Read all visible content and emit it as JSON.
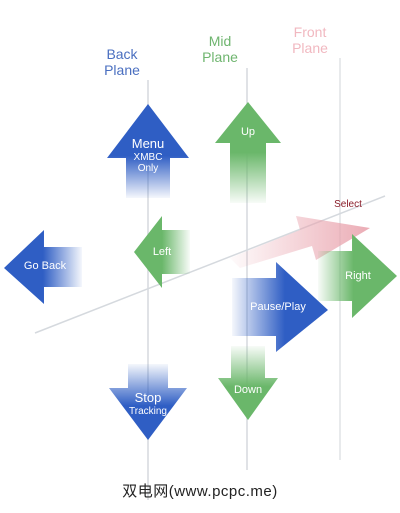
{
  "planes": {
    "back": [
      "Back",
      "Plane"
    ],
    "mid": [
      "Mid",
      "Plane"
    ],
    "front": [
      "Front",
      "Plane"
    ]
  },
  "arrows": {
    "menu": [
      "Menu",
      "XMBC",
      "Only"
    ],
    "up": "Up",
    "select": "Select",
    "go_back": "Go Back",
    "left": "Left",
    "right": "Right",
    "pause_play": "Pause/Play",
    "stop": [
      "Stop",
      "Tracking"
    ],
    "down": "Down"
  },
  "watermark": "双电网(www.pcpc.me)",
  "colors": {
    "back": "#2f5ec4",
    "mid": "#6ab76a",
    "front": "#f0b6be",
    "line": "#d5d9de"
  }
}
